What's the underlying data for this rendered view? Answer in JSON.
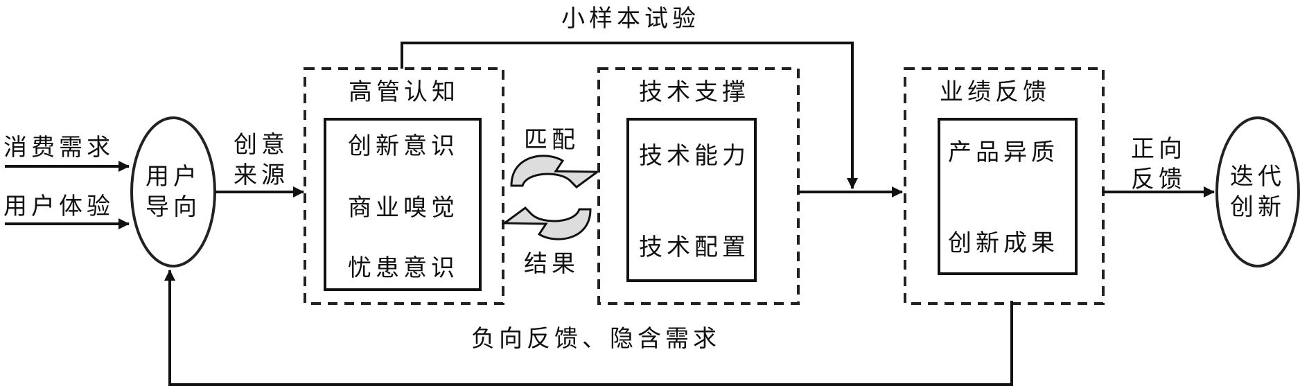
{
  "inputs": {
    "consumer_demand": "消费需求",
    "user_experience": "用户体验"
  },
  "user_orientation": {
    "line1": "用户",
    "line2": "导向"
  },
  "idea_source": {
    "line1": "创意",
    "line2": "来源"
  },
  "small_sample_test": "小样本试验",
  "executive_cognition": {
    "title": "高管认知",
    "items": [
      "创新意识",
      "商业嗅觉",
      "忧患意识"
    ]
  },
  "match_label": "匹配",
  "result_label": "结果",
  "tech_support": {
    "title": "技术支撑",
    "items": [
      "技术能力",
      "技术配置"
    ]
  },
  "performance_feedback": {
    "title": "业绩反馈",
    "items": [
      "产品异质",
      "创新成果"
    ]
  },
  "positive_feedback": {
    "line1": "正向",
    "line2": "反馈"
  },
  "iterative_innovation": {
    "line1": "迭代",
    "line2": "创新"
  },
  "negative_feedback": "负向反馈、隐含需求",
  "colors": {
    "stroke": "#111111",
    "cycle_arrow_fill": "#dddddd"
  }
}
